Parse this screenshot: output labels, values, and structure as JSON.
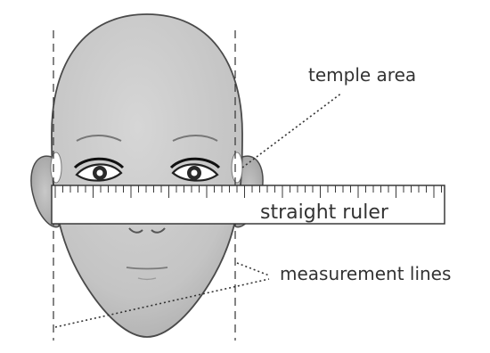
{
  "diagram": {
    "labels": {
      "temple_area": "temple area",
      "ruler": "straight ruler",
      "measurement_lines": "measurement lines"
    },
    "colors": {
      "background": "#ffffff",
      "face_fill": "#c9c9c9",
      "face_outline": "#4a4a4a",
      "ruler_fill": "#ffffff",
      "line": "#333333",
      "temple_marker": "#ffffff"
    }
  }
}
